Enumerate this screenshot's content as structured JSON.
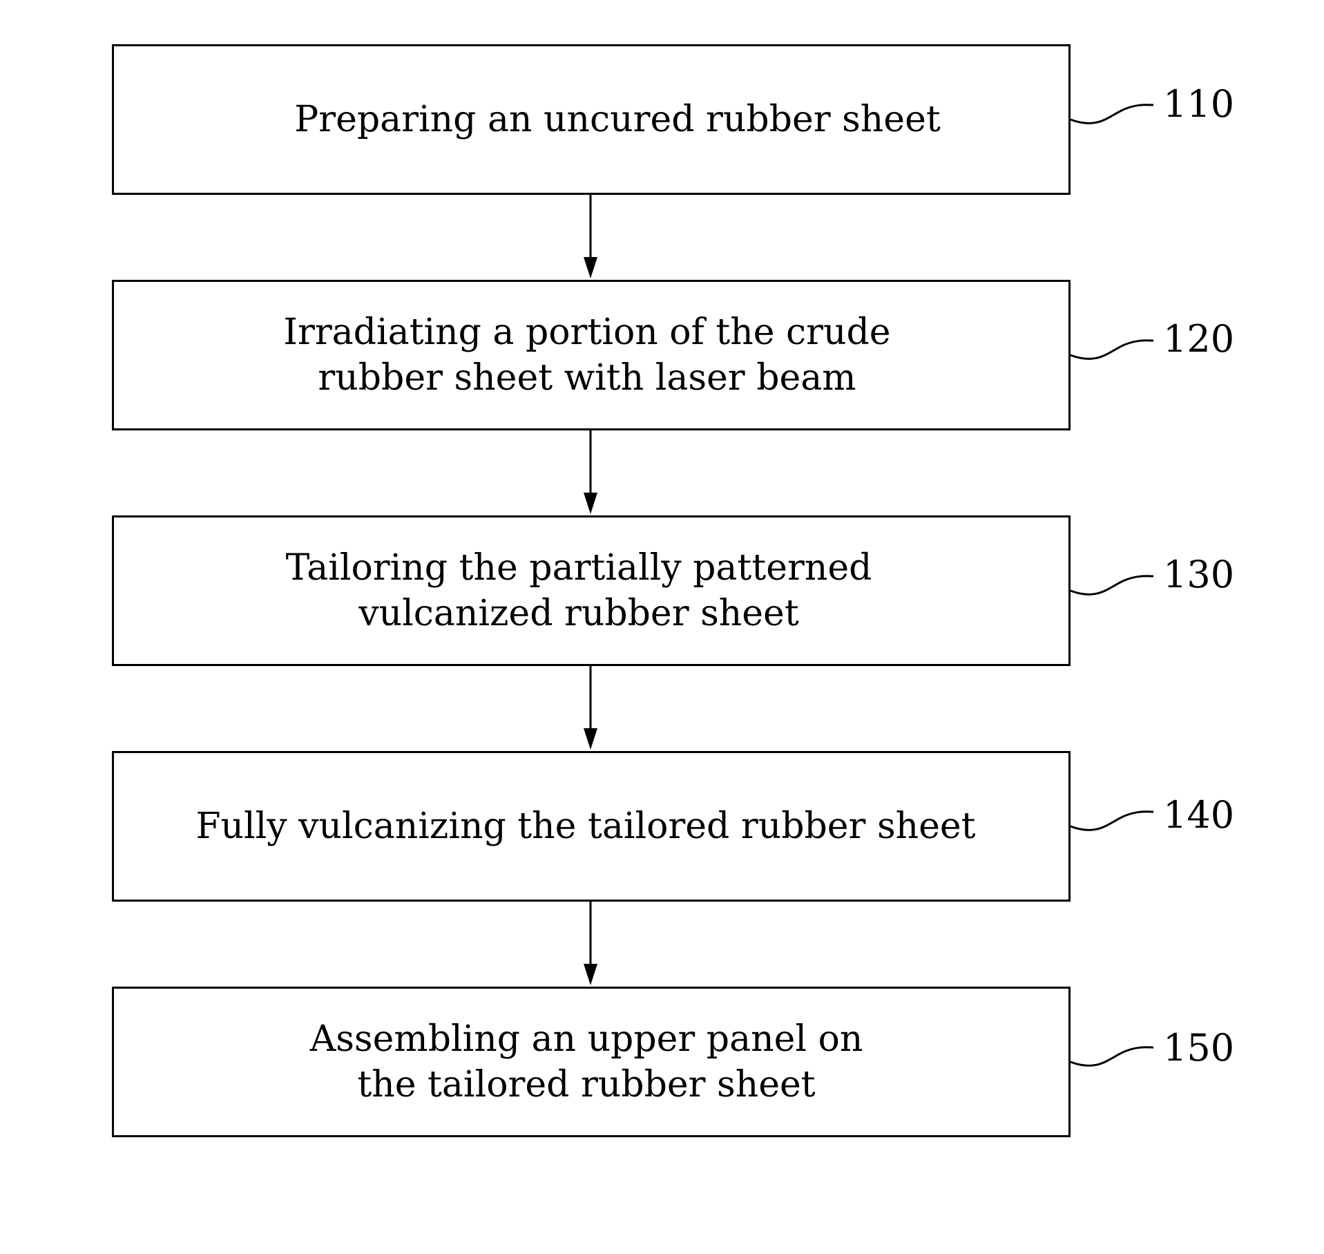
{
  "steps": [
    {
      "lines": [
        "Preparing an uncured rubber sheet"
      ],
      "ref": "110"
    },
    {
      "lines": [
        "Irradiating a portion of the crude",
        "rubber sheet with laser beam"
      ],
      "ref": "120"
    },
    {
      "lines": [
        "Tailoring the partially patterned",
        "vulcanized rubber sheet"
      ],
      "ref": "130"
    },
    {
      "lines": [
        "Fully vulcanizing the tailored rubber sheet"
      ],
      "ref": "140"
    },
    {
      "lines": [
        "Assembling an upper panel on",
        "the tailored rubber sheet"
      ],
      "ref": "150"
    }
  ]
}
